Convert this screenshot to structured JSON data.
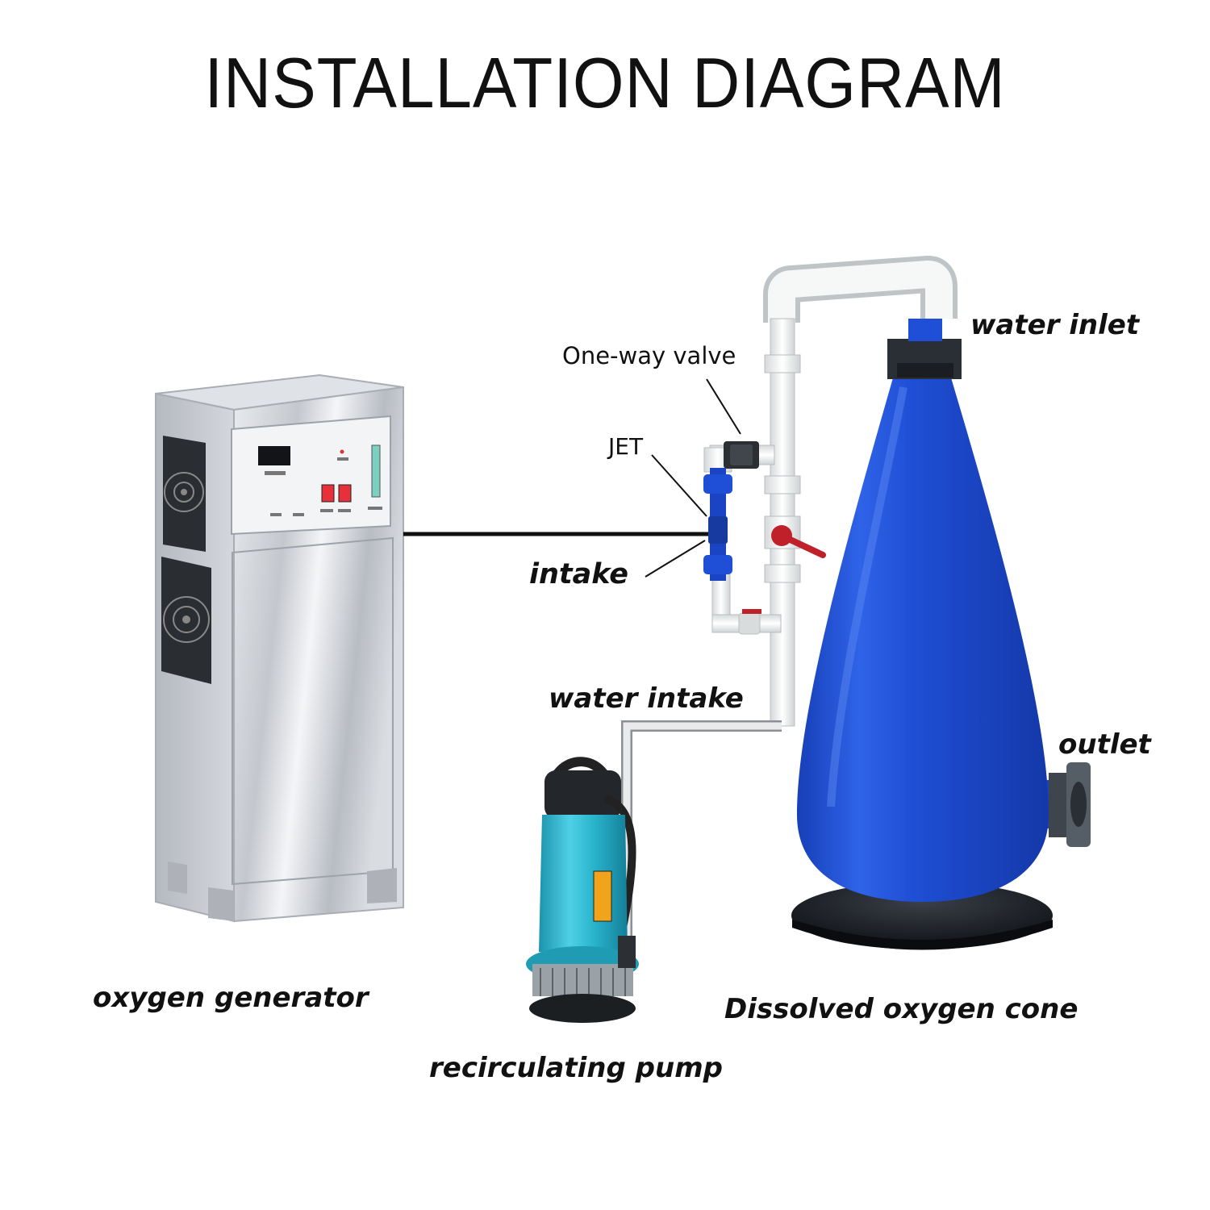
{
  "title": "INSTALLATION DIAGRAM",
  "labels": {
    "water_inlet": "water inlet",
    "one_way_valve": "One-way valve",
    "jet": "JET",
    "intake": "intake",
    "water_intake": "water intake",
    "outlet": "outlet",
    "oxygen_generator": "oxygen generator",
    "cone": "Dissolved oxygen cone",
    "pump": "recirculating pump"
  },
  "colors": {
    "cone_blue": "#1f4fd6",
    "pump_teal": "#2bb6cf",
    "pipe_white": "#eef0f0",
    "valve_red": "#c0202a",
    "steel": "#c9ccd2"
  }
}
